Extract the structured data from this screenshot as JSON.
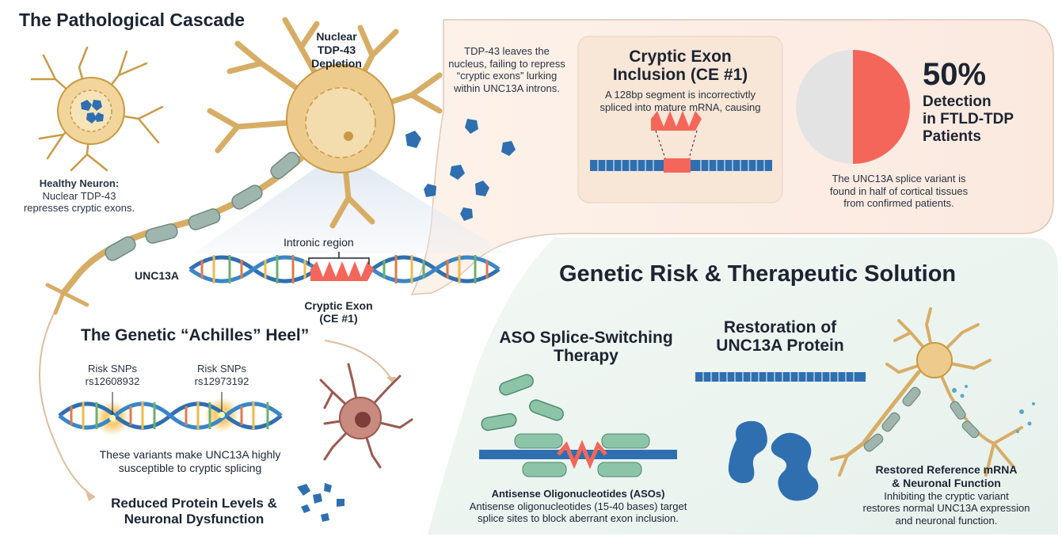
{
  "cascade": {
    "title": "The Pathological Cascade",
    "healthy": {
      "heading": "Healthy Neuron:",
      "line1": "Nuclear TDP-43",
      "line2": "represses cryptic exons."
    },
    "depletion": {
      "line1": "Nuclear",
      "line2": "TDP-43",
      "line3": "Depletion"
    },
    "leaves": {
      "line1": "TDP-43 leaves the",
      "line2": "nucleus, failing to repress",
      "line3": "“cryptic exons” lurking",
      "line4": "within UNC13A introns."
    },
    "gene_label": "UNC13A",
    "intronic": "Intronic region",
    "cryptic": {
      "line1": "Cryptic Exon",
      "line2": "(CE #1)"
    }
  },
  "inclusion": {
    "title1": "Cryptic Exon",
    "title2": "Inclusion (CE #1)",
    "line1": "A 128bp segment is incorrectivtly",
    "line2": "spliced into mature mRNA, causing"
  },
  "detection": {
    "percent": "50%",
    "line1": "Detection",
    "line2": "in FTLD-TDP",
    "line3": "Patients",
    "desc1": "The UNC13A splice variant is",
    "desc2": "found in half of cortical tissues",
    "desc3": "from confirmed patients.",
    "value": 50,
    "colors": {
      "filled": "#f4665a",
      "empty": "#e3e3e3"
    }
  },
  "genetic": {
    "title": "The Genetic “Achilles” Heel”",
    "snp1": {
      "label": "Risk SNPs",
      "id": "rs12608932"
    },
    "snp2": {
      "label": "Risk SNPs",
      "id": "rs12973192"
    },
    "desc1": "These variants make UNC13A highly",
    "desc2": "susceptible to cryptic splicing",
    "reduced1": "Reduced Protein Levels &",
    "reduced2": "Neuronal Dysfunction"
  },
  "solution": {
    "title": "Genetic Risk & Therapeutic Solution",
    "aso": {
      "title1": "ASO Splice-Switching",
      "title2": "Therapy",
      "caption": "Antisense Oligonucleotides (ASOs)",
      "desc1": "Antisense oligonucleotides (15-40 bases) target",
      "desc2": "splice sites to block aberrant exon inclusion."
    },
    "restore": {
      "title1": "Restoration of",
      "title2": "UNC13A Protein"
    },
    "restored": {
      "title1": "Restored Reference mRNA",
      "title2": "& Neuronal Function",
      "desc1": "Inhibiting the cryptic variant",
      "desc2": "restores normal UNC13A expression",
      "desc3": "and neuronal function."
    }
  },
  "palette": {
    "neuron": "#e8c07a",
    "neuron_dark": "#c99a45",
    "protein": "#2f6fb0",
    "exon": "#f4665a",
    "aso": "#7fb89a",
    "sick_neuron": "#b8756a"
  }
}
